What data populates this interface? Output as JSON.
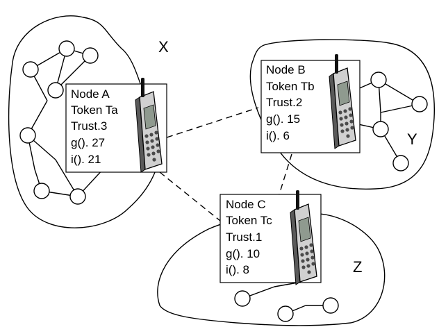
{
  "regions": [
    {
      "id": "x",
      "label": "X"
    },
    {
      "id": "y",
      "label": "Y"
    },
    {
      "id": "z",
      "label": "Z"
    }
  ],
  "nodes": [
    {
      "id": "a",
      "name": "Node A",
      "token": "Token Ta",
      "trust": "Trust.3",
      "g": "g(). 27",
      "i": "i(). 21",
      "icon": "mobile-phone-icon"
    },
    {
      "id": "b",
      "name": "Node B",
      "token": "Token Tb",
      "trust": "Trust.2",
      "g": "g(). 15",
      "i": "i(). 6",
      "icon": "mobile-phone-icon"
    },
    {
      "id": "c",
      "name": "Node C",
      "token": "Token Tc",
      "trust": "Trust.1",
      "g": "g(). 10",
      "i": "i(). 8",
      "icon": "mobile-phone-icon"
    }
  ],
  "links": [
    {
      "from": "Node A",
      "to": "Node B",
      "style": "dashed"
    },
    {
      "from": "Node A",
      "to": "Node C",
      "style": "dashed"
    },
    {
      "from": "Node B",
      "to": "Node C",
      "style": "dashed"
    }
  ]
}
